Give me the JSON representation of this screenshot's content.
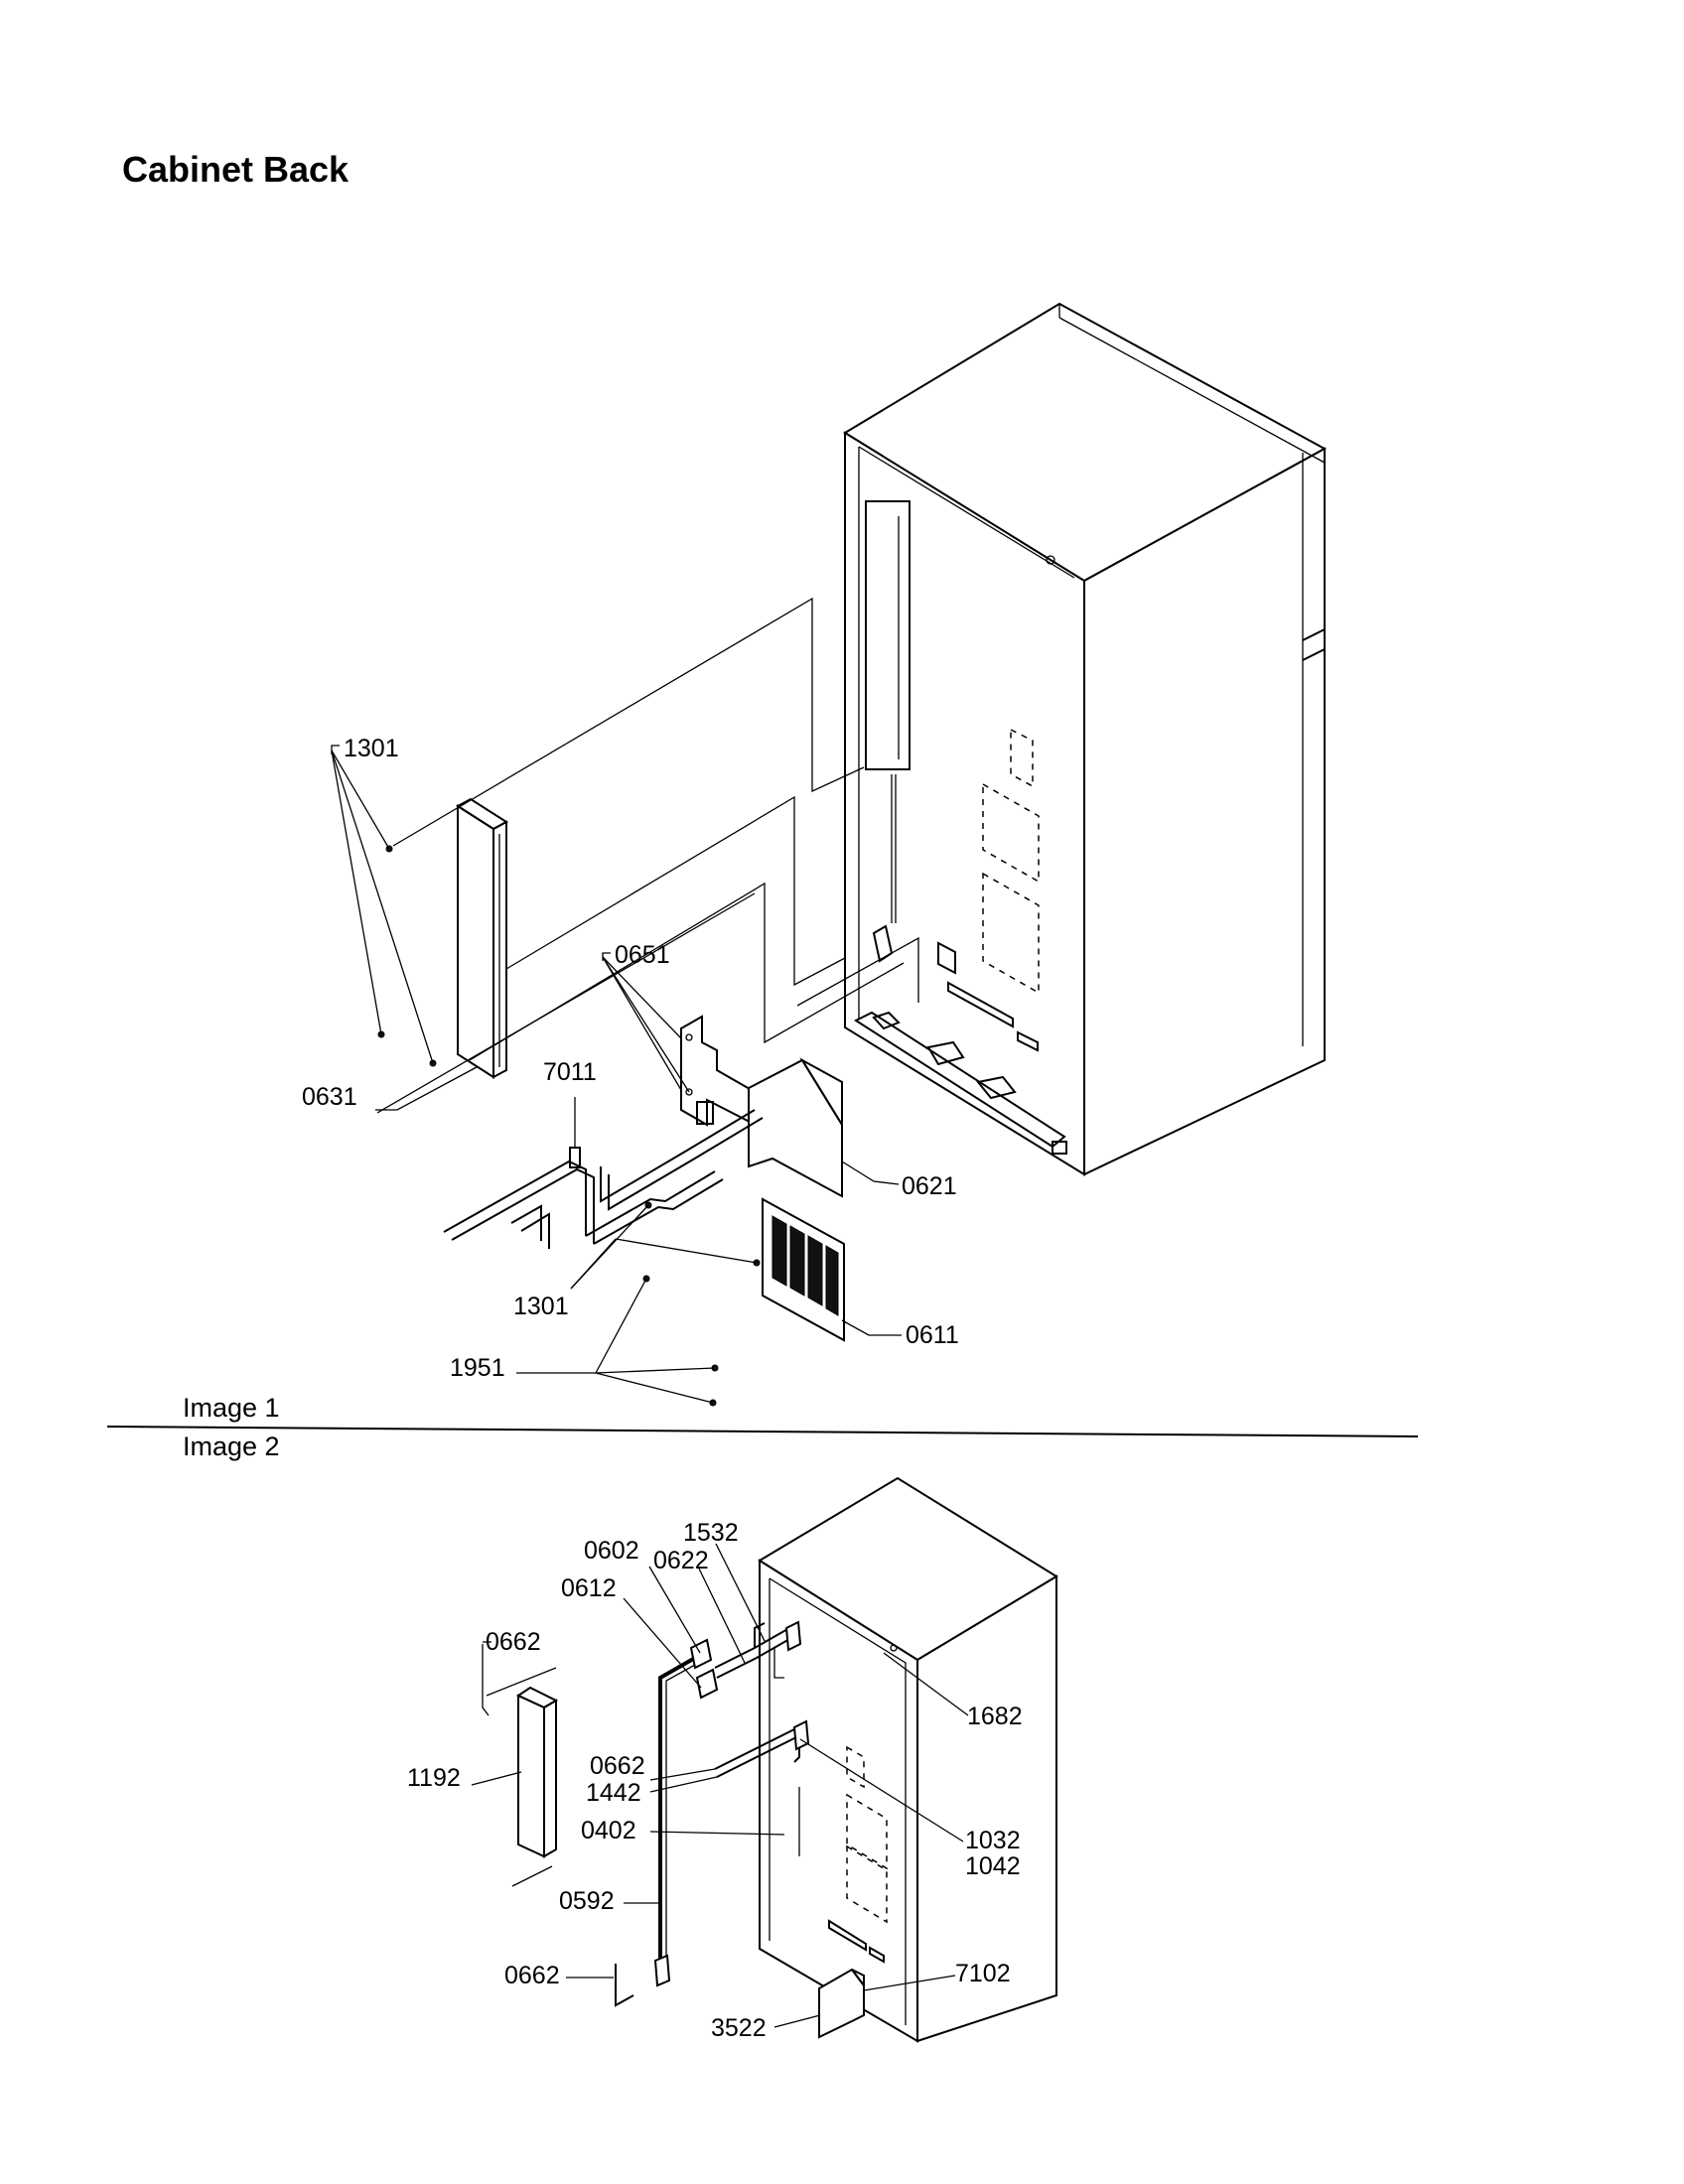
{
  "page_title": "Cabinet Back",
  "image1": {
    "caption": "Image 1",
    "labels": {
      "l1301a": "1301",
      "l0651": "0651",
      "l7011": "7011",
      "l0631": "0631",
      "l0621": "0621",
      "l1301b": "1301",
      "l0611": "0611",
      "l1951": "1951"
    }
  },
  "image2": {
    "caption": "Image 2",
    "labels": {
      "l1532": "1532",
      "l0602": "0602",
      "l0622": "0622",
      "l0612": "0612",
      "l0662a": "0662",
      "l1682": "1682",
      "l1192": "1192",
      "l0662b": "0662",
      "l1442": "1442",
      "l0402": "0402",
      "l1032": "1032",
      "l1042": "1042",
      "l0592": "0592",
      "l0662c": "0662",
      "l7102": "7102",
      "l3522": "3522"
    }
  }
}
